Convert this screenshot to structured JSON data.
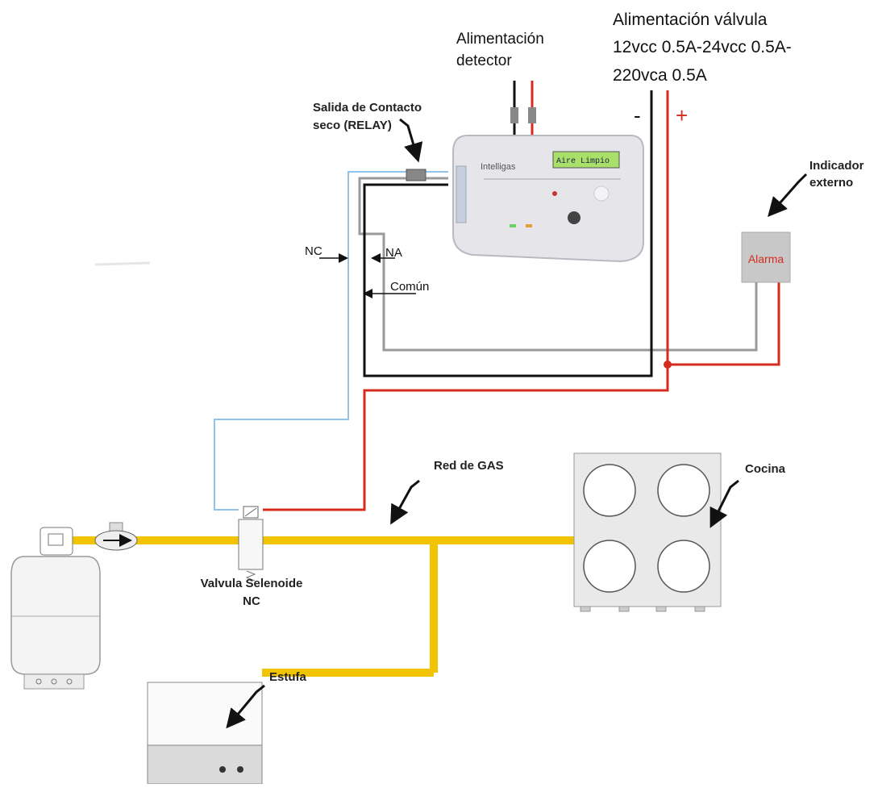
{
  "labels": {
    "valve_power_line1": "Alimentación válvula",
    "valve_power_line2": "12vcc 0.5A-24vcc 0.5A-",
    "valve_power_line3": "220vca  0.5A",
    "detector_power_line1": "Alimentación",
    "detector_power_line2": "detector",
    "relay_line1": "Salida de Contacto",
    "relay_line2": "seco (RELAY)",
    "minus": "-",
    "plus": "+",
    "indicator_line1": "Indicador",
    "indicator_line2": "externo",
    "alarm": "Alarma",
    "nc": "NC",
    "na": "NA",
    "common": "Común",
    "gas_network": "Red de GAS",
    "kitchen": "Cocina",
    "valve_line1": "Valvula Selenoide",
    "valve_line2": "NC",
    "stove": "Estufa",
    "detector_brand": "Intelligas",
    "detector_display": "Aire Limpio"
  },
  "colors": {
    "gas_pipe": "#f2c300",
    "wire_red": "#d62b1f",
    "wire_black": "#111111",
    "wire_blue": "#8ec3ea",
    "wire_gray": "#9a9a9a",
    "alarm_text": "#d62b1f",
    "display_green": "#a8e06a"
  }
}
